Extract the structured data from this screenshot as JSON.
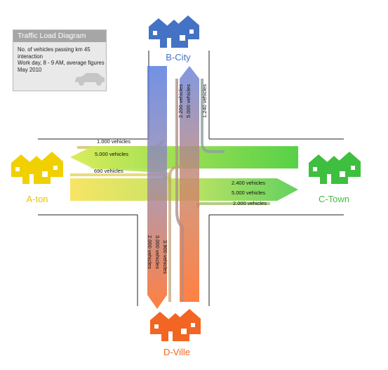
{
  "legend": {
    "title": "Traffic Load Diagram",
    "line1": "No. of vehicles passing km 45 interaction",
    "line2": "Work day, 8 - 9 AM, average figures May 2010",
    "icon": "car-icon"
  },
  "cities": {
    "b_city": {
      "name": "B-City",
      "color": "#4472c4"
    },
    "a_ton": {
      "name": "A-ton",
      "color": "#f0d000"
    },
    "c_town": {
      "name": "C-Town",
      "color": "#3fbf3f"
    },
    "d_ville": {
      "name": "D-Ville",
      "color": "#f26522"
    }
  },
  "flows": {
    "b_to_a": "1.000 vehicles",
    "c_to_a": "5.000 vehicles",
    "d_to_a": "690 vehicles",
    "a_to_c": "2.400 vehicles",
    "d_to_c": "5.000 vehicles",
    "b_to_c": "2.000 vehicles",
    "a_to_b": "2.200 vehicles",
    "d_to_b": "5.000 vehicles",
    "c_to_b": "1.240 vehicles",
    "b_to_d": "2.000 vehicles",
    "a_to_d": "3.000 vehicles",
    "c_to_d": "3.900 vehicles"
  }
}
